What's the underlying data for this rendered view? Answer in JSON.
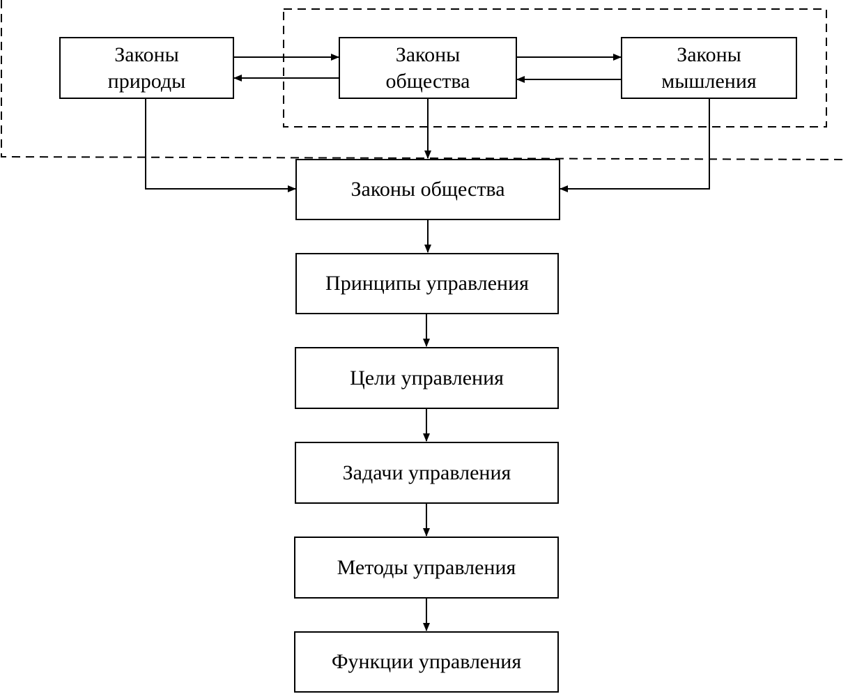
{
  "diagram": {
    "top_row": {
      "nature": {
        "line1": "Законы",
        "line2": "природы"
      },
      "society": {
        "line1": "Законы",
        "line2": "общества"
      },
      "thinking": {
        "line1": "Законы",
        "line2": "мышления"
      }
    },
    "chain": [
      "Законы общества",
      "Принципы управления",
      "Цели управления",
      "Задачи управления",
      "Методы управления",
      "Функции управления"
    ]
  }
}
